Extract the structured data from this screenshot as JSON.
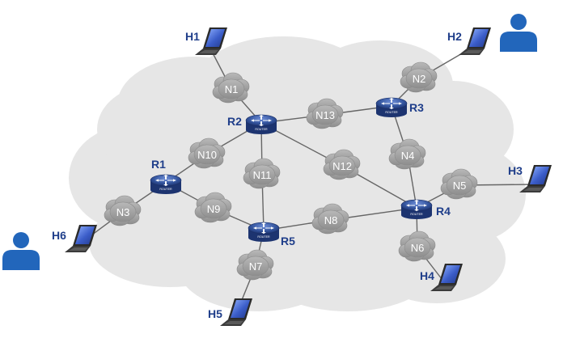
{
  "colors": {
    "background_cloud": "#e6e6e6",
    "network_cloud": "#a6a6a6",
    "router_body": "#2f4f9f",
    "label_text": "#1f3e8a",
    "link": "#666666",
    "laptop_screen": "#3a5cc8",
    "user": "#2266bb"
  },
  "routers": [
    {
      "id": "R1",
      "label": "R1",
      "caption": "ROUTER"
    },
    {
      "id": "R2",
      "label": "R2",
      "caption": "ROUTER"
    },
    {
      "id": "R3",
      "label": "R3",
      "caption": "ROUTER"
    },
    {
      "id": "R4",
      "label": "R4",
      "caption": "ROUTER"
    },
    {
      "id": "R5",
      "label": "R5",
      "caption": "ROUTER"
    }
  ],
  "networks": [
    {
      "id": "N1",
      "label": "N1"
    },
    {
      "id": "N2",
      "label": "N2"
    },
    {
      "id": "N3",
      "label": "N3"
    },
    {
      "id": "N4",
      "label": "N4"
    },
    {
      "id": "N5",
      "label": "N5"
    },
    {
      "id": "N6",
      "label": "N6"
    },
    {
      "id": "N7",
      "label": "N7"
    },
    {
      "id": "N8",
      "label": "N8"
    },
    {
      "id": "N9",
      "label": "N9"
    },
    {
      "id": "N10",
      "label": "N10"
    },
    {
      "id": "N11",
      "label": "N11"
    },
    {
      "id": "N12",
      "label": "N12"
    },
    {
      "id": "N13",
      "label": "N13"
    }
  ],
  "hosts": [
    {
      "id": "H1",
      "label": "H1"
    },
    {
      "id": "H2",
      "label": "H2"
    },
    {
      "id": "H3",
      "label": "H3"
    },
    {
      "id": "H4",
      "label": "H4"
    },
    {
      "id": "H5",
      "label": "H5"
    },
    {
      "id": "H6",
      "label": "H6"
    }
  ],
  "users": [
    {
      "id": "user-top-right",
      "icon": "user-icon"
    },
    {
      "id": "user-left",
      "icon": "user-icon"
    }
  ],
  "links": [
    [
      "H1",
      "N1"
    ],
    [
      "N1",
      "R2"
    ],
    [
      "H2",
      "N2"
    ],
    [
      "N2",
      "R3"
    ],
    [
      "R2",
      "N13"
    ],
    [
      "N13",
      "R3"
    ],
    [
      "R3",
      "N4"
    ],
    [
      "N4",
      "R4"
    ],
    [
      "R2",
      "N10"
    ],
    [
      "N10",
      "R1"
    ],
    [
      "R2",
      "N11"
    ],
    [
      "N11",
      "R5"
    ],
    [
      "R2",
      "N12"
    ],
    [
      "N12",
      "R4"
    ],
    [
      "R1",
      "N9"
    ],
    [
      "N9",
      "R5"
    ],
    [
      "R1",
      "N3"
    ],
    [
      "N3",
      "H6"
    ],
    [
      "R5",
      "N8"
    ],
    [
      "N8",
      "R4"
    ],
    [
      "R5",
      "N7"
    ],
    [
      "N7",
      "H5"
    ],
    [
      "R4",
      "N5"
    ],
    [
      "N5",
      "H3"
    ],
    [
      "R4",
      "N6"
    ],
    [
      "N6",
      "H4"
    ]
  ]
}
